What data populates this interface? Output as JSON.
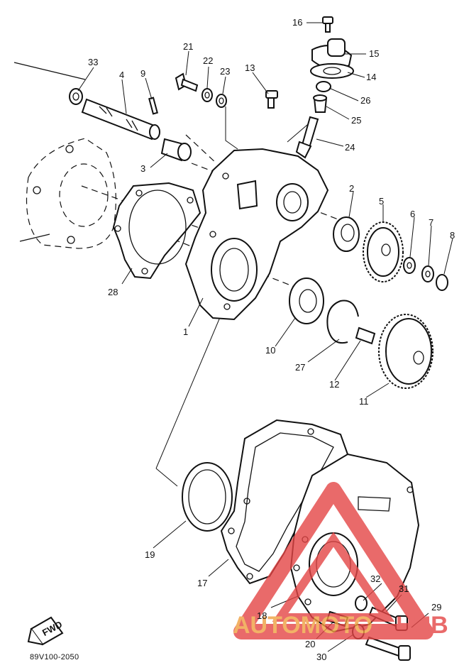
{
  "diagram_code": "89V100-2050",
  "fwd_label": "FWD",
  "watermark": {
    "text_left": "AUTOMOTO",
    "text_right": "HUB",
    "color": "#e44545"
  },
  "callouts": [
    {
      "id": "c1",
      "text": "1"
    },
    {
      "id": "c2",
      "text": "2"
    },
    {
      "id": "c3",
      "text": "3"
    },
    {
      "id": "c4",
      "text": "4"
    },
    {
      "id": "c5",
      "text": "5"
    },
    {
      "id": "c6",
      "text": "6"
    },
    {
      "id": "c7",
      "text": "7"
    },
    {
      "id": "c8",
      "text": "8"
    },
    {
      "id": "c9",
      "text": "9"
    },
    {
      "id": "c10",
      "text": "10"
    },
    {
      "id": "c11",
      "text": "11"
    },
    {
      "id": "c12",
      "text": "12"
    },
    {
      "id": "c13",
      "text": "13"
    },
    {
      "id": "c14",
      "text": "14"
    },
    {
      "id": "c15",
      "text": "15"
    },
    {
      "id": "c16",
      "text": "16"
    },
    {
      "id": "c17",
      "text": "17"
    },
    {
      "id": "c18",
      "text": "18"
    },
    {
      "id": "c19",
      "text": "19"
    },
    {
      "id": "c20",
      "text": "20"
    },
    {
      "id": "c21",
      "text": "21"
    },
    {
      "id": "c22",
      "text": "22"
    },
    {
      "id": "c23",
      "text": "23"
    },
    {
      "id": "c24",
      "text": "24"
    },
    {
      "id": "c25",
      "text": "25"
    },
    {
      "id": "c26",
      "text": "26"
    },
    {
      "id": "c27",
      "text": "27"
    },
    {
      "id": "c28",
      "text": "28"
    },
    {
      "id": "c29",
      "text": "29"
    },
    {
      "id": "c30",
      "text": "30"
    },
    {
      "id": "c31",
      "text": "31"
    },
    {
      "id": "c32",
      "text": "32"
    },
    {
      "id": "c33",
      "text": "33"
    }
  ]
}
